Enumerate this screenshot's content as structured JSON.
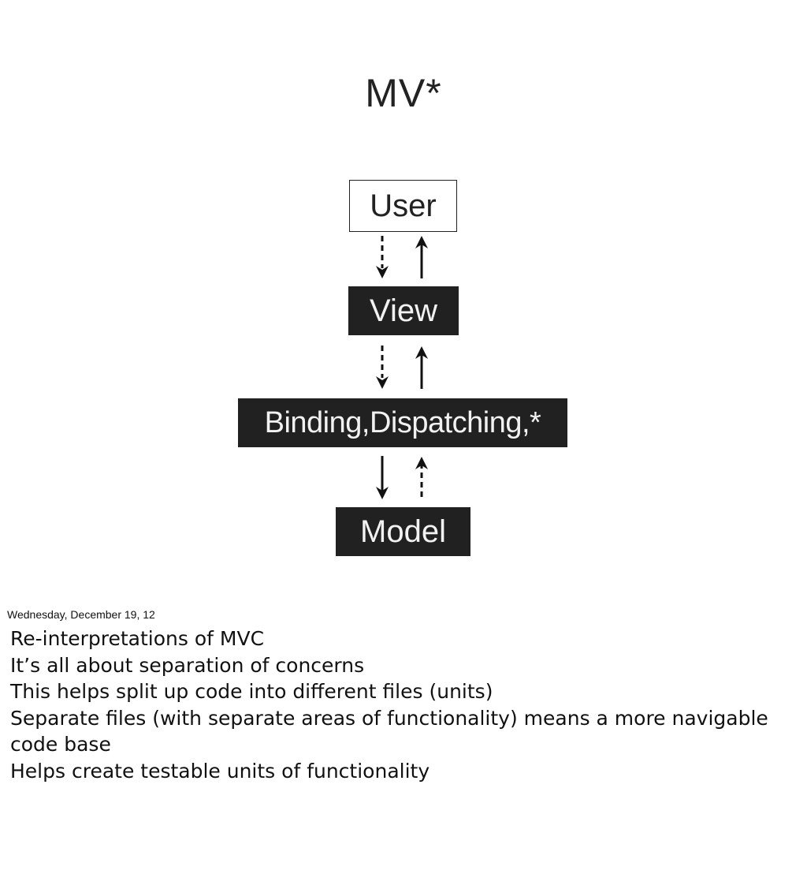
{
  "title": "MV*",
  "diagram": {
    "nodes": {
      "user": "User",
      "view": "View",
      "binding": "Binding,Dispatching,*",
      "model": "Model"
    }
  },
  "footer": {
    "timestamp": "Wednesday, December 19, 12"
  },
  "notes": [
    "Re-interpretations of MVC",
    "It’s all about separation of concerns",
    "This helps split up code into different files (units)",
    "Separate files (with separate areas of functionality) means a more navigable code base",
    "Helps create testable units of functionality"
  ]
}
